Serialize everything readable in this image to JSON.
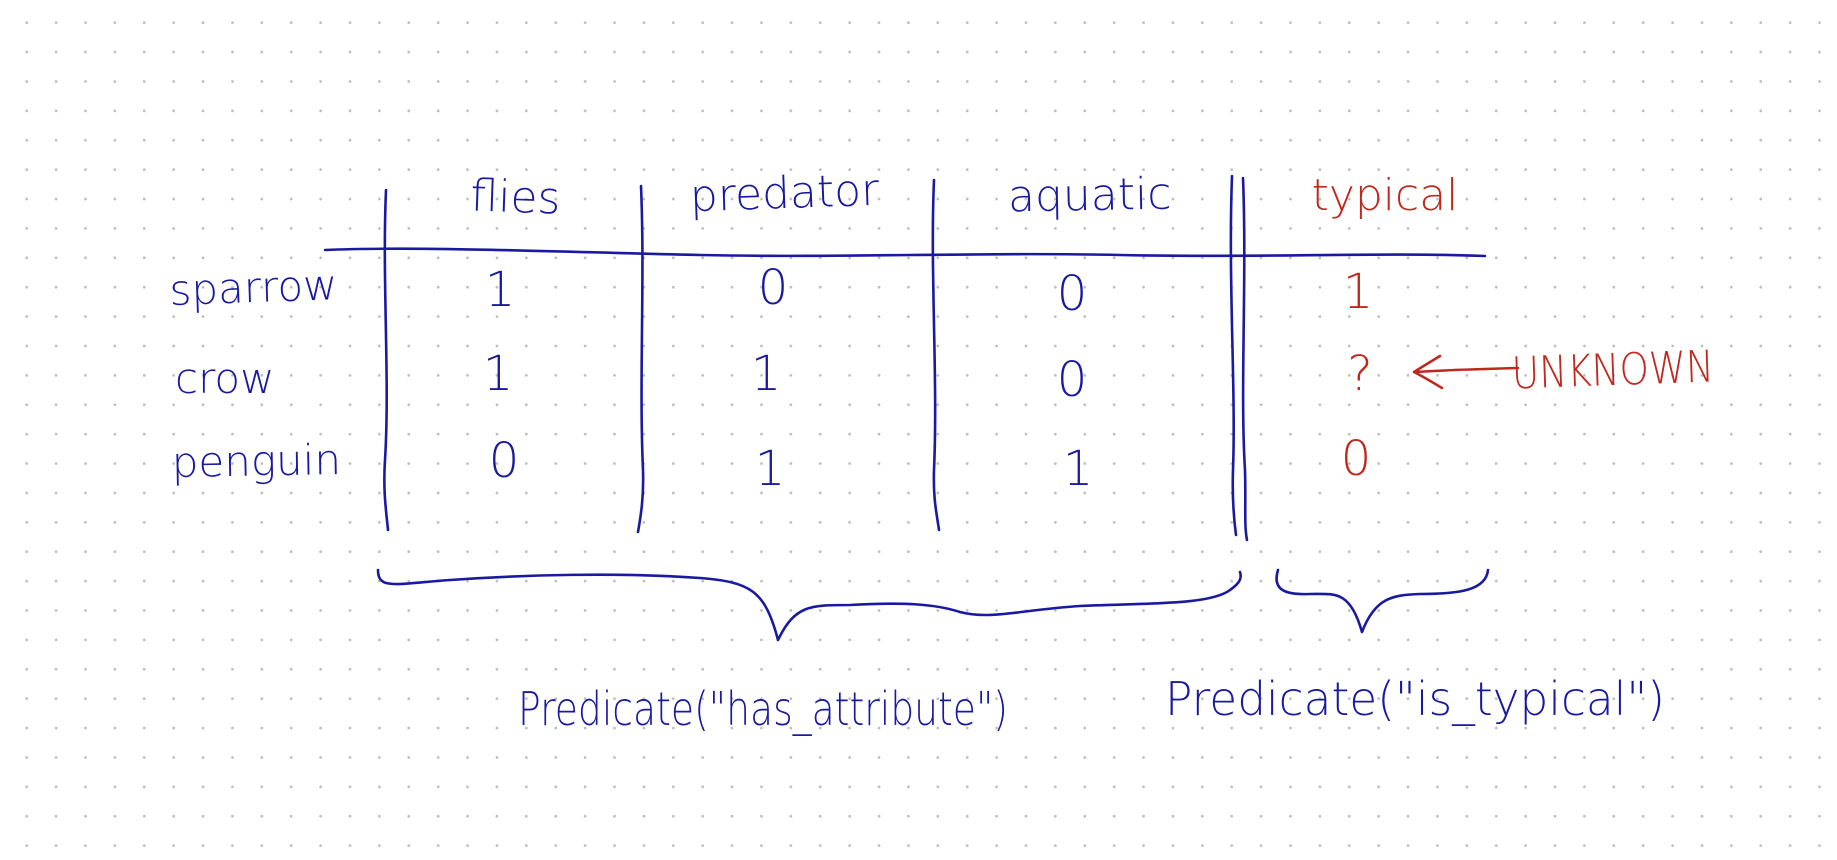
{
  "colors": {
    "blue_ink": "#1a1aa0",
    "red_ink": "#c0281e"
  },
  "table": {
    "columns": [
      "flies",
      "predator",
      "aquatic"
    ],
    "target_column": "typical",
    "rows": [
      {
        "label": "sparrow",
        "values": [
          "1",
          "0",
          "0"
        ],
        "target": "1"
      },
      {
        "label": "crow",
        "values": [
          "1",
          "1",
          "0"
        ],
        "target": "?"
      },
      {
        "label": "penguin",
        "values": [
          "0",
          "1",
          "1"
        ],
        "target": "0"
      }
    ]
  },
  "annotation": {
    "arrow_label": "UNKNOWN"
  },
  "brackets": {
    "left_label": "Predicate(\"has_attribute\")",
    "right_label": "Predicate(\"is_typical\")"
  }
}
